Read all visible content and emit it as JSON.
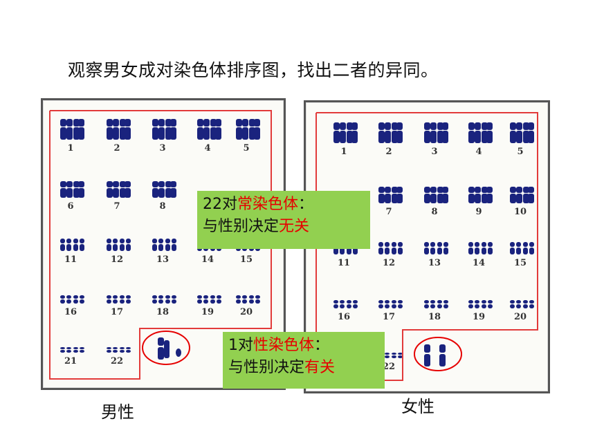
{
  "heading": "观察男女成对染色体排序图，找出二者的异同。",
  "callouts": {
    "autosome": {
      "prefix": "22对",
      "highlight": "常染色体",
      "colon": "：",
      "line2_prefix": "与性别决定",
      "line2_highlight": "无关"
    },
    "sex": {
      "prefix": "1对",
      "highlight": "性染色体",
      "colon": "：",
      "line2_prefix": "与性别决定",
      "line2_highlight": "有关"
    }
  },
  "captions": {
    "male": "男性",
    "female": "女性"
  },
  "karyotype_numbers": [
    "1",
    "2",
    "3",
    "4",
    "5",
    "6",
    "7",
    "8",
    "9",
    "10",
    "11",
    "12",
    "13",
    "14",
    "15",
    "16",
    "17",
    "18",
    "19",
    "20",
    "21",
    "22"
  ],
  "colors": {
    "accent_red": "#e60000",
    "callout_green": "#92d050",
    "chromosome_blue": "#1a237e"
  }
}
